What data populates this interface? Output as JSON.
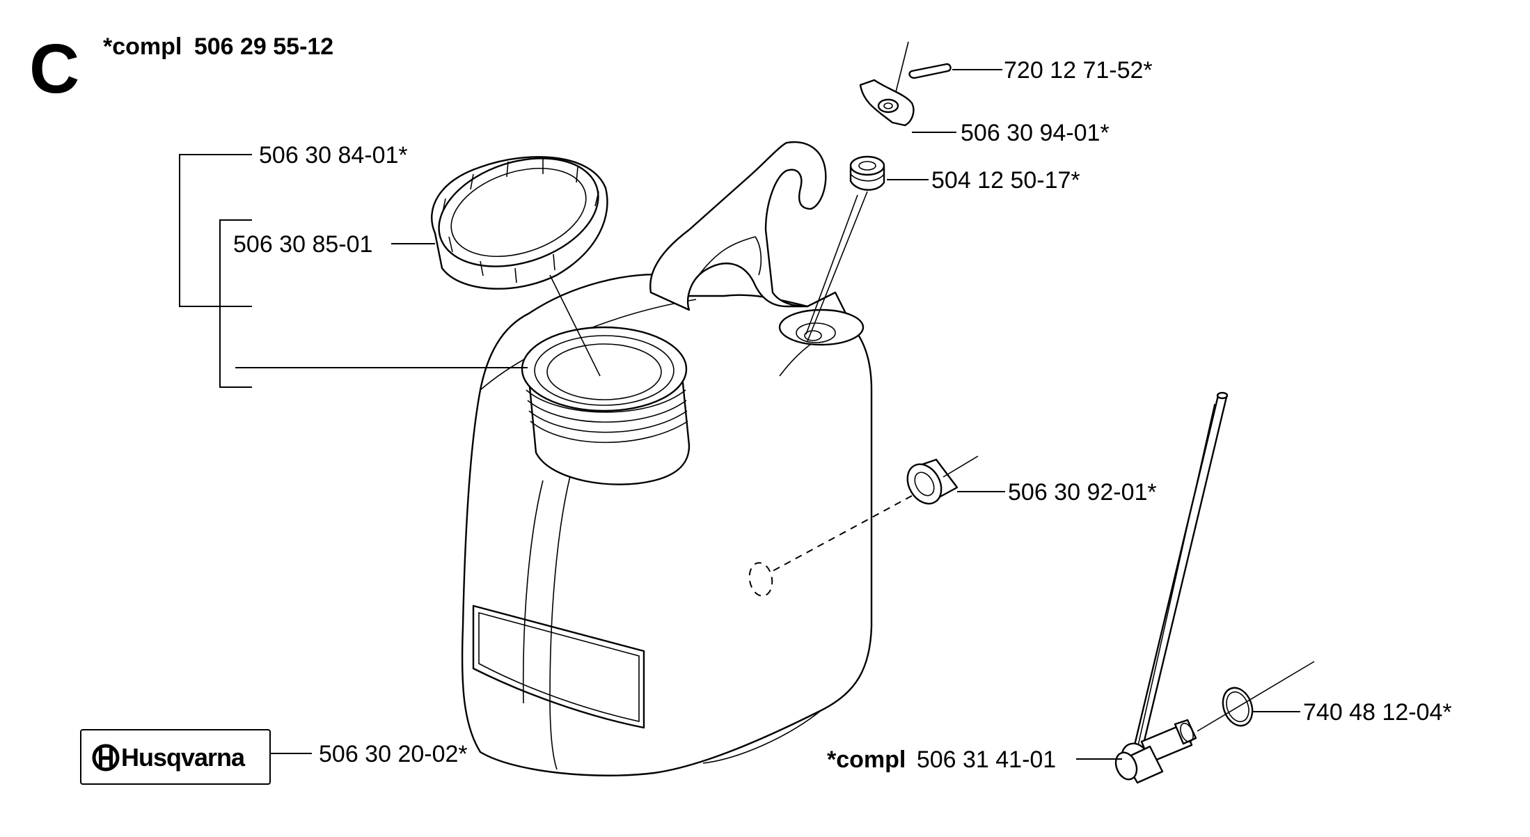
{
  "header": {
    "section_letter": "C",
    "assembly_prefix": "*compl",
    "assembly_number": "506 29 55-12"
  },
  "brand": {
    "logo_text": "Husqvarna"
  },
  "callouts": {
    "pin": "720 12 71-52*",
    "wing_nut": "506 30 94-01*",
    "grommet": "504 12 50-17*",
    "cap_complete": "506 30 84-01*",
    "cap_seal": "506 30 85-01",
    "side_plug": "506 30 92-01*",
    "o_ring": "740 48 12-04*",
    "pickup_prefix": "*compl",
    "pickup_number": "506 31 41-01",
    "decal": "506 30 20-02*"
  }
}
